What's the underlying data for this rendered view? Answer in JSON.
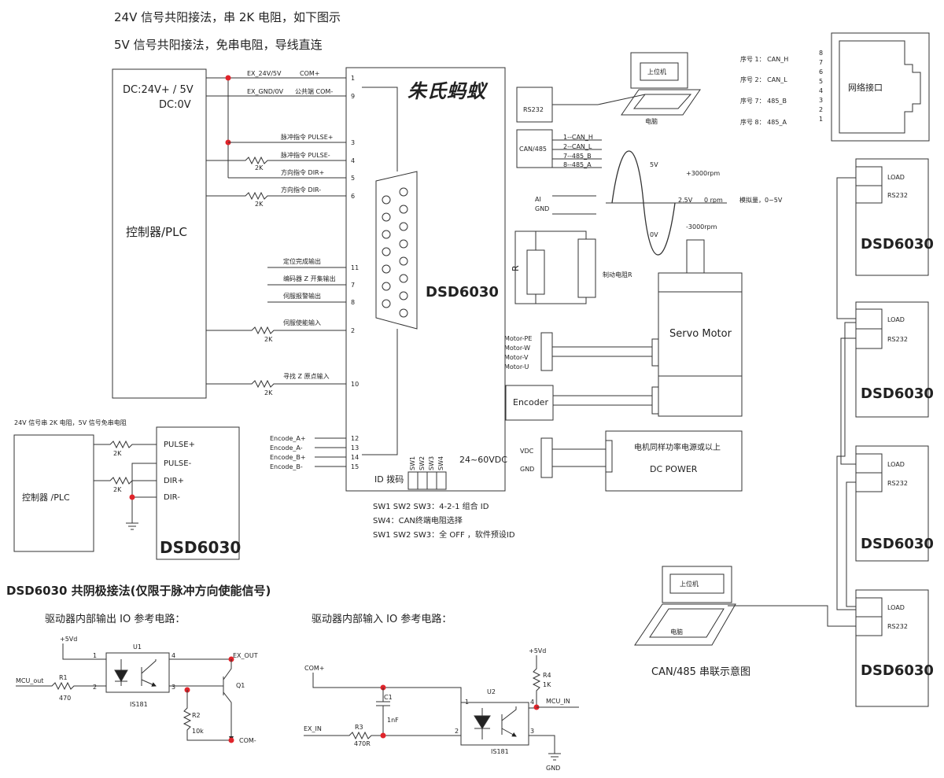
{
  "notes": {
    "line1": "24V 信号共阳接法，串 2K 电阻，如下图示",
    "line2": "5V 信号共阳接法，免串电阻，导线直连"
  },
  "controller_main": {
    "dc_plus": "DC:24V+ / 5V",
    "dc_zero": "DC:0V",
    "label": "控制器/PLC"
  },
  "driver_main": {
    "brand": "朱氏蚂蚁",
    "model": "DSD6030",
    "voltage": "24~60VDC",
    "id_label": "ID 拨码",
    "switches": [
      "SW1",
      "SW2",
      "SW3",
      "SW4"
    ]
  },
  "left_signals": [
    {
      "name": "EX_24V/5V",
      "extra": "COM+",
      "pin": "1"
    },
    {
      "name": "EX_GND/0V",
      "extra": "公共端 COM-",
      "pin": "9"
    },
    {
      "name": "脉冲指令 PULSE+",
      "pin": "3"
    },
    {
      "name": "脉冲指令 PULSE-",
      "pin": "4"
    },
    {
      "name": "方向指令 DIR+",
      "pin": "5"
    },
    {
      "name": "方向指令 DIR-",
      "pin": "6"
    },
    {
      "name": "定位完成输出",
      "pin": "11"
    },
    {
      "name": "编码器 Z 开集输出",
      "pin": "7"
    },
    {
      "name": "伺服报警输出",
      "pin": "8"
    },
    {
      "name": "伺服使能输入",
      "pin": "2"
    },
    {
      "name": "寻找 Z 原点输入",
      "pin": "10"
    }
  ],
  "encoder_signals": [
    {
      "name": "Encode_A+",
      "pin": "12"
    },
    {
      "name": "Encode_A-",
      "pin": "13"
    },
    {
      "name": "Encode_B+",
      "pin": "14"
    },
    {
      "name": "Encode_B-",
      "pin": "15"
    }
  ],
  "resistor_2k": "2K",
  "right_ports": {
    "rs232": "RS232",
    "can485": "CAN/485",
    "can_pins": [
      "1--CAN_H",
      "2--CAN_L",
      "7--485_B",
      "8--485_A"
    ],
    "ai": "AI",
    "gnd": "GND",
    "motor": [
      "Motor-PE",
      "Motor-W",
      "Motor-V",
      "Motor-U"
    ],
    "encoder": "Encoder",
    "vdc": "VDC",
    "dc_gnd": "GND"
  },
  "pc_top": {
    "host": "上位机",
    "label": "电脑"
  },
  "network_pins": [
    "序号 1： CAN_H",
    "序号 2： CAN_L",
    "序号 7： 485_B",
    "序号 8： 485_A"
  ],
  "network_numbers": [
    "8",
    "7",
    "6",
    "5",
    "4",
    "3",
    "2",
    "1"
  ],
  "network_port": "网络接口",
  "analog": {
    "v5": "5V",
    "v25": "2.5V",
    "v0": "0V",
    "rpm_pos": "+3000rpm",
    "rpm_zero": "0 rpm",
    "rpm_neg": "-3000rpm",
    "desc": "模拟量，0~5V"
  },
  "brake": {
    "r": "R",
    "label": "制动电阻R"
  },
  "servo_motor": "Servo Motor",
  "power": {
    "line1": "电机同样功率电源或以上",
    "line2": "DC POWER"
  },
  "sw_notes": [
    "SW1  SW2  SW3：4-2-1  组合 ID",
    "SW4：CAN终端电阻选择",
    "SW1 SW2 SW3：全 OFF ，软件预设ID"
  ],
  "chain": {
    "load": "LOAD",
    "rs232": "RS232",
    "model": "DSD6030",
    "caption": "CAN/485 串联示意图",
    "pc_host": "上位机",
    "pc_label": "电脑"
  },
  "lower_left": {
    "note": "24V 信号串 2K 电阻，5V 信号免串电阻",
    "controller": "控制器 /PLC",
    "signals": [
      "PULSE+",
      "PULSE-",
      "DIR+",
      "DIR-"
    ],
    "model": "DSD6030"
  },
  "common_cathode": {
    "title": "DSD6030 共阴极接法(仅限于脉冲方向使能信号)",
    "out_title": "驱动器内部输出 IO 参考电路：",
    "in_title": "驱动器内部输入 IO 参考电路："
  },
  "out_circuit": {
    "vdd": "+5Vd",
    "u1": "U1",
    "chip": "IS181",
    "r1": "R1",
    "r1v": "470",
    "mcu": "MCU_out",
    "r2": "R2",
    "r2v": "10k",
    "q1": "Q1",
    "ex_out": "EX_OUT",
    "com_minus": "COM-",
    "pins": [
      "1",
      "2",
      "3",
      "4"
    ]
  },
  "in_circuit": {
    "com_plus": "COM+",
    "c1": "C1",
    "c1v": "1nF",
    "ex_in": "EX_IN",
    "r3": "R3",
    "r3v": "470R",
    "u2": "U2",
    "chip": "IS181",
    "vdd": "+5Vd",
    "r4": "R4",
    "r4v": "1K",
    "mcu_in": "MCU_IN",
    "gnd": "GND",
    "pins": [
      "1",
      "2",
      "3",
      "4"
    ]
  }
}
